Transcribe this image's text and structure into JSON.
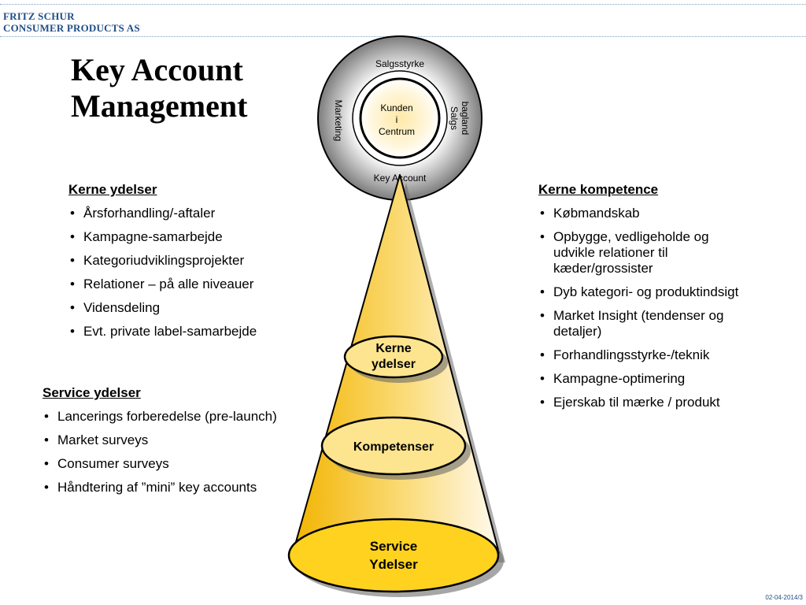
{
  "header": {
    "company_line1": "FRITZ SCHUR",
    "company_line2": "CONSUMER PRODUCTS AS"
  },
  "title_line1": "Key Account",
  "title_line2": "Management",
  "kerne_ydelser": {
    "heading": "Kerne ydelser",
    "items": [
      "Årsforhandling/-aftaler",
      "Kampagne-samarbejde",
      "Kategoriudviklingsprojekter",
      "Relationer – på alle niveauer",
      "Vidensdeling",
      "Evt. private label-samarbejde"
    ]
  },
  "service_ydelser": {
    "heading": "Service ydelser",
    "items": [
      "Lancerings forberedelse (pre-launch)",
      "Market surveys",
      "Consumer surveys",
      "Håndtering af ”mini” key accounts"
    ]
  },
  "kerne_kompetence": {
    "heading": "Kerne kompetence",
    "items": [
      "Købmandskab",
      "Opbygge, vedligeholde og udvikle relationer til kæder/grossister",
      "Dyb kategori- og produktindsigt",
      "Market Insight (tendenser og detaljer)",
      "Forhandlingsstyrke-/teknik",
      "Kampagne-optimering",
      "Ejerskab til mærke / produkt"
    ]
  },
  "diagram": {
    "ring_top": "Salgsstyrke",
    "ring_left": "Marketing",
    "ring_right_line1": "Salgs",
    "ring_right_line2": "bagland",
    "ring_bottom": "Key Account",
    "center_line1": "Kunden",
    "center_line2": "i",
    "center_line3": "Centrum",
    "level1_line1": "Kerne",
    "level1_line2": "ydelser",
    "level2": "Kompetenser",
    "level3_line1": "Service",
    "level3_line2": "Ydelser"
  },
  "colors": {
    "brand_blue": "#1f4e86",
    "cone_yellow": "#f2b800",
    "ellipse_yellow": "#ffd21f",
    "ring_gray": "#9a9a9a"
  },
  "footer": {
    "page_ref": "02-04-2014/3"
  }
}
